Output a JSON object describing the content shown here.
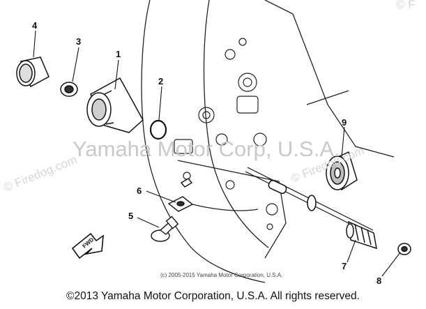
{
  "callouts": {
    "c1": "1",
    "c2": "2",
    "c3": "3",
    "c4": "4",
    "c5": "5",
    "c6": "6",
    "c7": "7",
    "c8": "8",
    "c9": "9"
  },
  "fwd_label": "FWD",
  "watermarks": {
    "main": "Yamaha Motor Corp, U.S.A.",
    "site": "© Firedog.com",
    "top_right": "© F"
  },
  "inner_copyright": "(c) 2005-2015 Yamaha Motor Corporation, U.S.A.",
  "footer": "©2013 Yamaha Motor Corporation, U.S.A. All rights reserved."
}
